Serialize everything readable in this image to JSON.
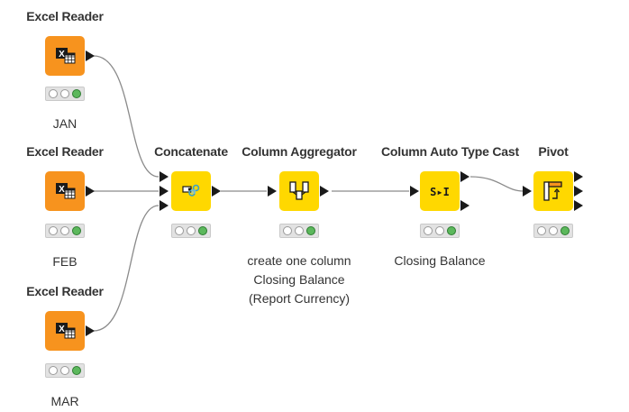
{
  "workflow": {
    "nodes": [
      {
        "id": "excel_jan",
        "title": "Excel Reader",
        "label": "JAN",
        "color": "#f7931e",
        "icon": "excel-reader-icon",
        "status": "executed"
      },
      {
        "id": "excel_feb",
        "title": "Excel Reader",
        "label": "FEB",
        "color": "#f7931e",
        "icon": "excel-reader-icon",
        "status": "executed"
      },
      {
        "id": "excel_mar",
        "title": "Excel Reader",
        "label": "MAR",
        "color": "#f7931e",
        "icon": "excel-reader-icon",
        "status": "executed"
      },
      {
        "id": "concatenate",
        "title": "Concatenate",
        "label": "",
        "color": "#ffd800",
        "icon": "concatenate-icon",
        "status": "executed"
      },
      {
        "id": "column_aggregator",
        "title": "Column Aggregator",
        "label": "create one column\nClosing Balance\n(Report Currency)",
        "color": "#ffd800",
        "icon": "column-aggregator-icon",
        "status": "executed"
      },
      {
        "id": "auto_type_cast",
        "title": "Column Auto Type Cast",
        "label": "Closing Balance",
        "color": "#ffd800",
        "icon": "type-cast-icon",
        "status": "executed"
      },
      {
        "id": "pivot",
        "title": "Pivot",
        "label": "",
        "color": "#ffd800",
        "icon": "pivot-icon",
        "status": "executed"
      }
    ],
    "icon_glyphs": {
      "type_cast": "S▸I"
    }
  }
}
